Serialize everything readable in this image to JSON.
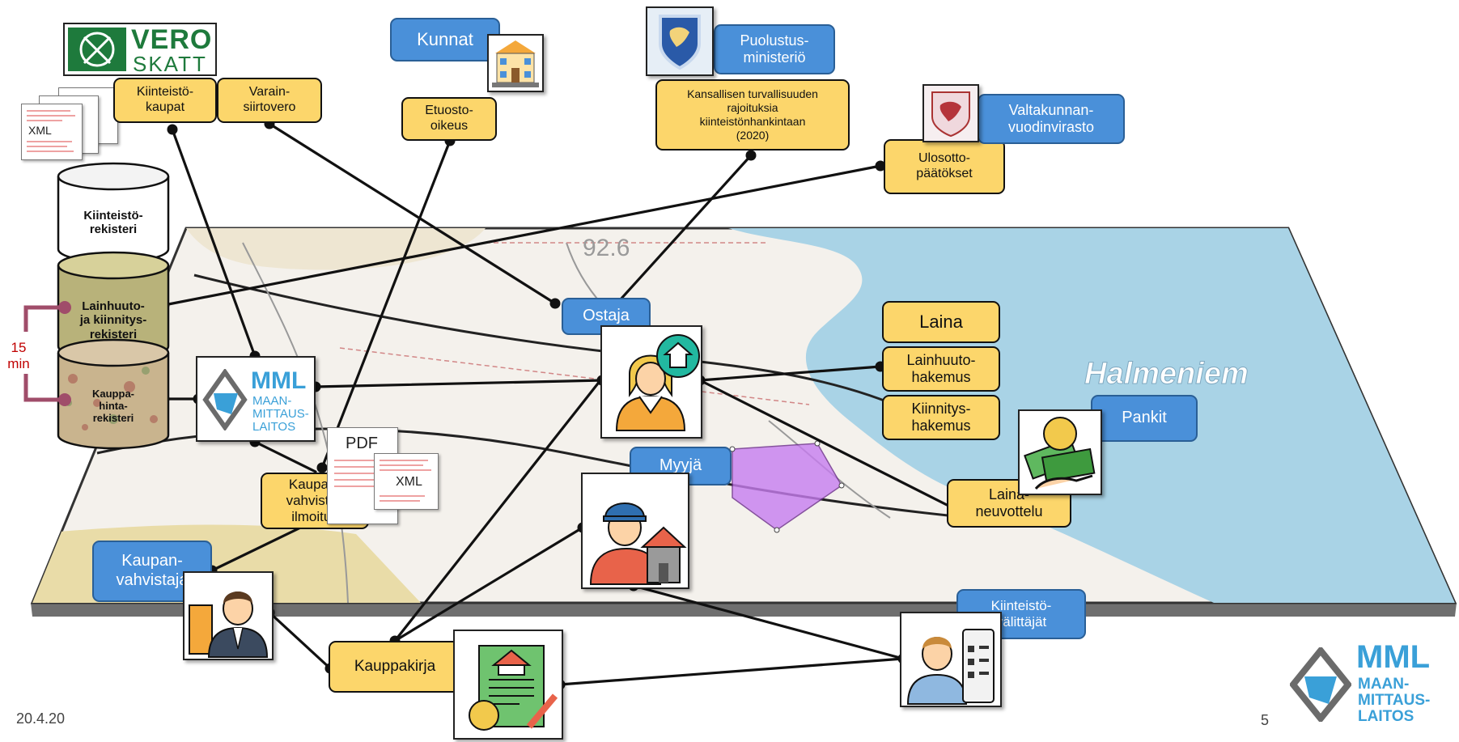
{
  "slide": {
    "date": "20.4.20",
    "page_number": "5",
    "map_label": "Halmeniem",
    "map_elevation": "92.6"
  },
  "registers": {
    "property_register": "Kiinteistö-\nrekisteri",
    "title_register": "Lainhuuto-\nja kiinnitys-\nrekisteri",
    "price_register": "Kauppa-\nhinta-\nrekisteri",
    "interval_label": "15\nmin"
  },
  "logos": {
    "vero_line1": "VERO",
    "vero_line2": "SKATT",
    "mml_line1": "MML",
    "mml_line2": "MAAN-",
    "mml_line3": "MITTAUS-",
    "mml_line4": "LAITOS"
  },
  "documents": {
    "xml_label": "XML",
    "pdf_label": "PDF",
    "xml_label2": "XML"
  },
  "boxes": {
    "kiinteistokaupat": "Kiinteistö-\nkaupat",
    "varainsiirtovero": "Varain-\nsiirtovero",
    "kunnat": "Kunnat",
    "etuosto": "Etuosto-\noikeus",
    "puolustus": "Puolustus-\nministeriö",
    "kansallinen": "Kansallisen turvallisuuden\nrajoituksia\nkiinteistönhankintaan\n(2020)",
    "valtakunnan": "Valtakunnan-\nvuodinvirasto",
    "ulosotto": "Ulosotto-\npäätökset",
    "ostaja": "Ostaja",
    "laina": "Laina",
    "lainhuutohakemus": "Lainhuuto-\nhakemus",
    "kiinnityshakemus": "Kiinnitys-\nhakemus",
    "pankit": "Pankit",
    "lainaneuvottelu": "Laina-\nneuvottelu",
    "myyja": "Myyjä",
    "kaupanvahvistus": "Kaupan-\nvahvistus\nilmoitus",
    "kaupanvahvistaja": "Kaupan-\nvahvistaja",
    "kauppakirja": "Kauppakirja",
    "valittajat": "Kiinteistö-\nvälittäjät"
  },
  "icons": {
    "mml_card": "mml-logo-icon",
    "buyer": "buyer-woman-house-icon",
    "seller": "seller-worker-house-icon",
    "notary": "notary-judge-icon",
    "contract": "contract-signing-icon",
    "agent": "real-estate-agent-icon",
    "bank": "bank-money-hand-icon",
    "municipality": "town-hall-icon",
    "defence": "defence-ministry-lion-emblem-icon",
    "national_archive": "national-lion-emblem-icon"
  },
  "colors": {
    "yellow_box": "#FCD66B",
    "blue_box": "#4A90D9",
    "connector": "#111111",
    "bracket": "#A04D6A",
    "interval_text": "#C00000",
    "mml_brand": "#3AA0D8",
    "vero_green": "#1E7A3C",
    "map_water": "#A9D3E6",
    "parcel": "#C77DF0"
  }
}
